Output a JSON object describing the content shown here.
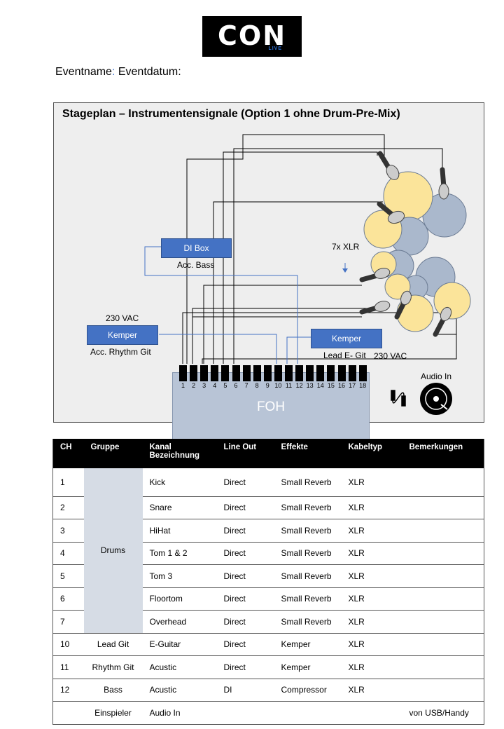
{
  "logo": {
    "text": "CON",
    "subtext": "LIVE"
  },
  "event": {
    "name_label": "Eventname",
    "date_label": "Eventdatum:"
  },
  "stageplan": {
    "title": "Stageplan – Instrumentensignale (Option 1 ohne Drum-Pre-Mix)",
    "di_box": {
      "label": "DI Box",
      "caption": "Acc. Bass"
    },
    "kemper_left": {
      "label": "Kemper",
      "power": "230 VAC",
      "caption": "Acc. Rhythm Git"
    },
    "kemper_right": {
      "label": "Kemper",
      "power": "230 VAC",
      "caption": "Lead E- Git"
    },
    "xlr_note": "7x XLR",
    "foh": {
      "label": "FOH",
      "channels": [
        "1",
        "2",
        "3",
        "4",
        "5",
        "6",
        "7",
        "8",
        "9",
        "10",
        "11",
        "12",
        "13",
        "14",
        "15",
        "16",
        "17",
        "18"
      ]
    },
    "audio_in": {
      "label": "Audio In"
    }
  },
  "table": {
    "headers": [
      "CH",
      "Gruppe",
      "Kanal Bezeichnung",
      "Line Out",
      "Effekte",
      "Kabeltyp",
      "Bemerkungen"
    ],
    "drums_group": "Drums",
    "rows": [
      {
        "ch": "1",
        "kanal": "Kick",
        "line": "Direct",
        "fx": "Small Reverb",
        "kabel": "XLR",
        "note": ""
      },
      {
        "ch": "2",
        "kanal": "Snare",
        "line": "Direct",
        "fx": "Small Reverb",
        "kabel": "XLR",
        "note": ""
      },
      {
        "ch": "3",
        "kanal": "HiHat",
        "line": "Direct",
        "fx": "Small Reverb",
        "kabel": "XLR",
        "note": ""
      },
      {
        "ch": "4",
        "kanal": "Tom 1 & 2",
        "line": "Direct",
        "fx": "Small Reverb",
        "kabel": "XLR",
        "note": ""
      },
      {
        "ch": "5",
        "kanal": "Tom 3",
        "line": "Direct",
        "fx": "Small Reverb",
        "kabel": "XLR",
        "note": ""
      },
      {
        "ch": "6",
        "kanal": "Floortom",
        "line": "Direct",
        "fx": "Small Reverb",
        "kabel": "XLR",
        "note": ""
      },
      {
        "ch": "7",
        "kanal": "Overhead",
        "line": "Direct",
        "fx": "Small Reverb",
        "kabel": "XLR",
        "note": ""
      },
      {
        "ch": "10",
        "gruppe": "Lead Git",
        "kanal": "E-Guitar",
        "line": "Direct",
        "fx": "Kemper",
        "kabel": "XLR",
        "note": ""
      },
      {
        "ch": "11",
        "gruppe": "Rhythm Git",
        "kanal": "Acustic",
        "line": "Direct",
        "fx": "Kemper",
        "kabel": "XLR",
        "note": ""
      },
      {
        "ch": "12",
        "gruppe": "Bass",
        "kanal": "Acustic",
        "line": "DI",
        "fx": "Compressor",
        "kabel": "XLR",
        "note": ""
      },
      {
        "ch": "",
        "gruppe": "Einspieler",
        "kanal": "Audio In",
        "line": "",
        "fx": "",
        "kabel": "",
        "note": "von USB/Handy"
      }
    ]
  },
  "colors": {
    "box_blue": "#4472c4",
    "drum_yellow": "#fbe49a",
    "drum_grey": "#aab8cc",
    "foh": "#b8c4d6",
    "group_cell": "#d6dce5"
  }
}
